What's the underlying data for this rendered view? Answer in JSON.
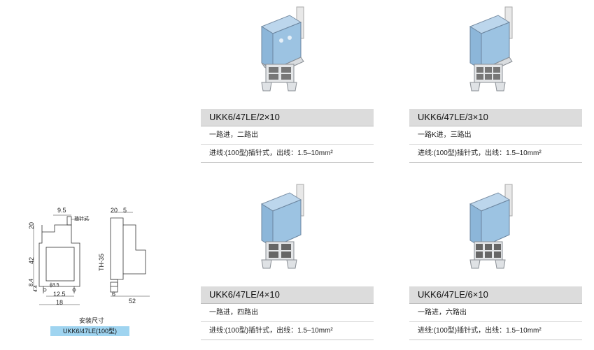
{
  "products": [
    {
      "title": "UKK6/47LE/2×10",
      "line1": "一路进，二路出",
      "line2": "进线:(100型)插针式，出线：1.5–10mm²"
    },
    {
      "title": "UKK6/47LE/3×10",
      "line1": "一路K进，三路出",
      "line2": "进线:(100型)插针式，出线：1.5–10mm²"
    },
    {
      "title": "UKK6/47LE/4×10",
      "line1": "一路进，四路出",
      "line2": "进线:(100型)插针式，出线：1.5–10mm²"
    },
    {
      "title": "UKK6/47LE/6×10",
      "line1": "一路进，六路出",
      "line2": "进线:(100型)插针式，出线：1.5–10mm²"
    }
  ],
  "drawing": {
    "caption": "安装尺寸",
    "model": "UKK6/47LE(100型)",
    "pin_label": "插针式",
    "rail_label": "TH-35",
    "dims": {
      "top_width": "9.5",
      "height_top": "20",
      "height_mid": "42",
      "small_a": "8.4",
      "small_b": "4.4",
      "hole": "ɸ3.5",
      "inner_width": "12.5",
      "total_width": "18",
      "side_top_a": "20",
      "side_top_b": "5",
      "side_small": "6",
      "side_depth": "52"
    }
  },
  "colors": {
    "title_bg": "#dcdcdc",
    "badge_bg": "#9fd4f0",
    "block_blue": "#7fb0d8",
    "block_grey": "#d9dcdf"
  }
}
